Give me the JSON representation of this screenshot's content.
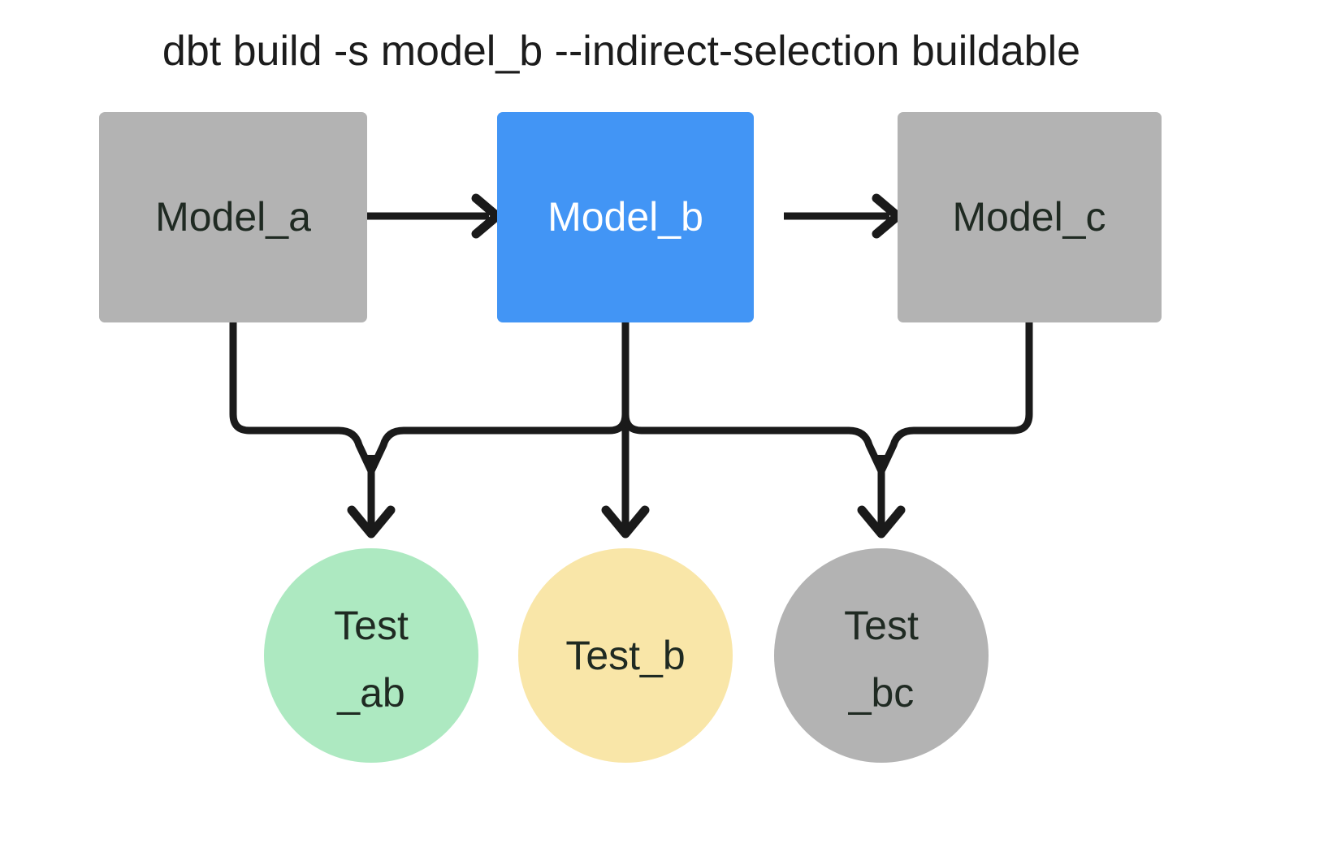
{
  "diagram": {
    "title": "dbt build -s model_b --indirect-selection buildable",
    "background_color": "#ffffff",
    "edge_color": "#1a1a1a",
    "nodes": {
      "model_a": {
        "label": "Model_a",
        "shape": "rectangle",
        "fill": "#b3b3b3",
        "text_color": "#1f2a22",
        "selected": false
      },
      "model_b": {
        "label": "Model_b",
        "shape": "rectangle",
        "fill": "#4295f5",
        "text_color": "#ffffff",
        "selected": true
      },
      "model_c": {
        "label": "Model_c",
        "shape": "rectangle",
        "fill": "#b3b3b3",
        "text_color": "#1f2a22",
        "selected": false
      },
      "test_ab": {
        "label_line1": "Test",
        "label_line2": "_ab",
        "shape": "circle",
        "fill": "#ade9c1",
        "text_color": "#1f2a22",
        "selected": true
      },
      "test_b": {
        "label_line1": "Test_b",
        "label_line2": "",
        "shape": "circle",
        "fill": "#f9e6a8",
        "text_color": "#1f2a22",
        "selected": true
      },
      "test_bc": {
        "label_line1": "Test",
        "label_line2": "_bc",
        "shape": "circle",
        "fill": "#b3b3b3",
        "text_color": "#1f2a22",
        "selected": false
      }
    },
    "edges": [
      {
        "from": "model_a",
        "to": "model_b",
        "style": "straight-arrow"
      },
      {
        "from": "model_b",
        "to": "model_c",
        "style": "straight-arrow"
      },
      {
        "from": "model_a",
        "to": "test_ab",
        "style": "elbow-arrow"
      },
      {
        "from": "model_b",
        "to": "test_ab",
        "style": "elbow-arrow"
      },
      {
        "from": "model_b",
        "to": "test_b",
        "style": "straight-arrow"
      },
      {
        "from": "model_b",
        "to": "test_bc",
        "style": "elbow-arrow"
      },
      {
        "from": "model_c",
        "to": "test_bc",
        "style": "elbow-arrow"
      }
    ]
  }
}
